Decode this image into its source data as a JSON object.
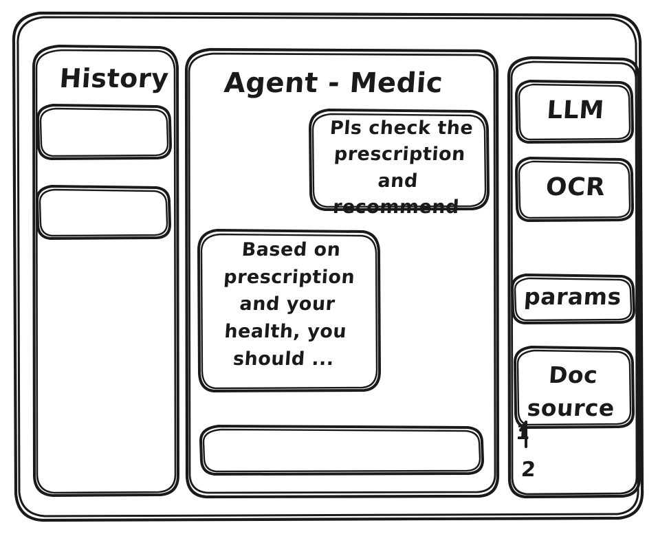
{
  "window": {
    "frame_label": "app-window-frame"
  },
  "sidebar_left": {
    "title": "History",
    "items": [
      {
        "label": "",
        "name": "history-item-1"
      },
      {
        "label": "",
        "name": "history-item-2"
      }
    ]
  },
  "main": {
    "title": "Agent - Medic",
    "messages": [
      {
        "role": "user",
        "text": "Pls check the\nprescription\nand recommend"
      },
      {
        "role": "agent",
        "text": "Based on\nprescription\nand your\nhealth, you\nshould ..."
      }
    ],
    "composer": {
      "value": "",
      "placeholder": ""
    }
  },
  "sidebar_right": {
    "buttons": [
      {
        "label": "LLM",
        "name": "llm-button"
      },
      {
        "label": "OCR",
        "name": "ocr-button"
      },
      {
        "label": "params",
        "name": "params-button"
      },
      {
        "label": "Doc\nsource",
        "name": "doc-source-button"
      }
    ],
    "source_list": [
      {
        "label": "1"
      },
      {
        "label": "2"
      }
    ]
  },
  "colors": {
    "stroke": "#1a1a1a",
    "background": "#ffffff"
  }
}
